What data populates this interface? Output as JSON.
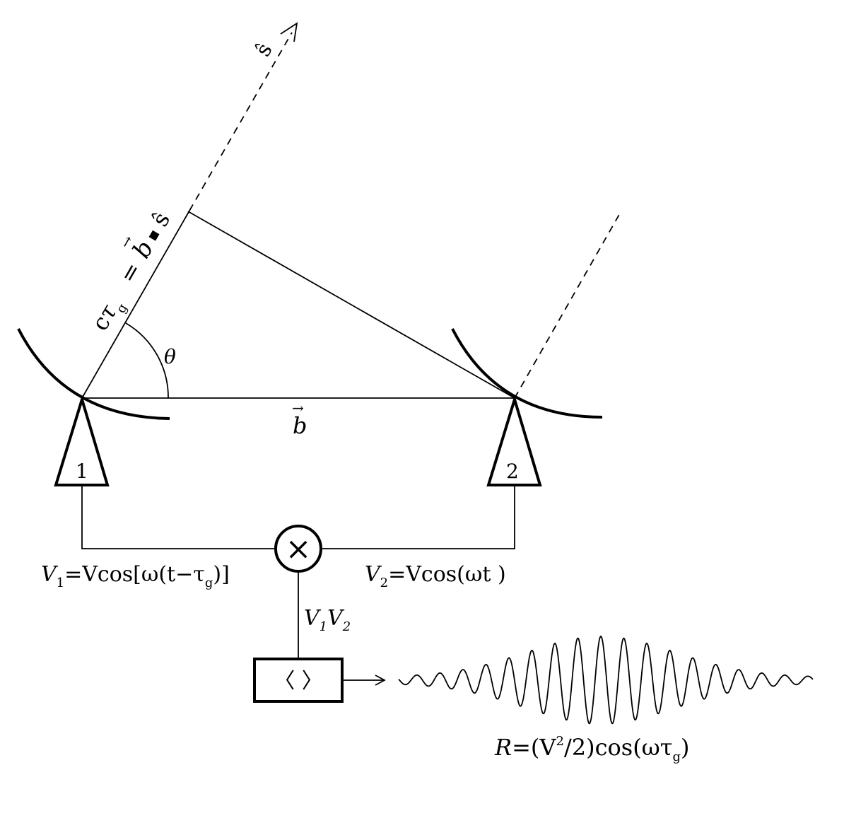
{
  "labels": {
    "source_direction": "ŝ",
    "delay_relation": {
      "c": "c",
      "tau": "τ",
      "g": "g",
      "equals": "=",
      "b": "b",
      "dot": "▪",
      "s_hat": "ŝ"
    },
    "angle": "θ",
    "baseline": "b",
    "vector_arrow": "→",
    "antenna_1": "1",
    "antenna_2": "2",
    "multiplier_symbol": "×",
    "averager_symbol": "〈 〉",
    "v1": {
      "V": "V",
      "sub": "1",
      "rest": "=Vcos[ω(t−τ",
      "sub_g": "g",
      "close": ")]"
    },
    "v2": {
      "V": "V",
      "sub": "2",
      "rest": "=Vcos(ωt )"
    },
    "product": {
      "V1": "V",
      "sub1": "1",
      "V2": "V",
      "sub2": "2"
    },
    "response": {
      "lead": "R",
      "mid": "=(V",
      "sup": "2",
      "tail": "/2)cos(ωτ",
      "sub_g": "g",
      "close": ")"
    }
  },
  "fringe": {
    "cycles": 18,
    "max_amplitude_fraction": 1.0
  }
}
